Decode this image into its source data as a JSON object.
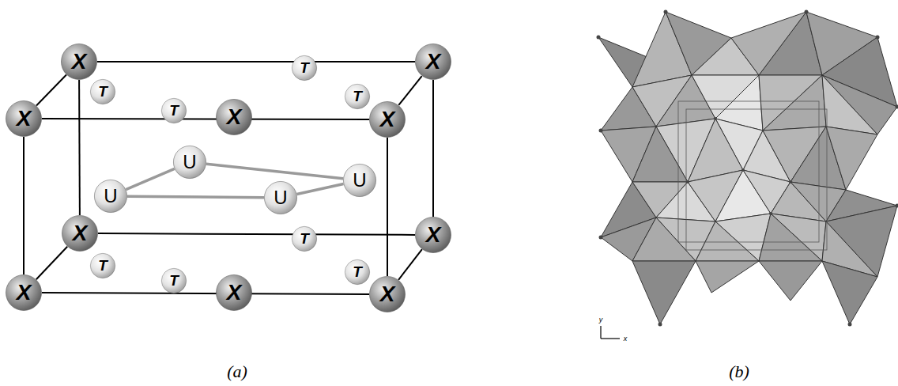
{
  "diagram": {
    "nodes": [
      {
        "text": [
          "X"
        ]
      },
      {
        "text": [
          "X"
        ]
      },
      {
        "text": [
          "T"
        ]
      },
      {
        "text": [
          "T"
        ]
      },
      {
        "text": [
          "T"
        ]
      },
      {
        "text": [
          "T"
        ]
      },
      {
        "text": [
          "X"
        ]
      },
      {
        "text": [
          "X"
        ]
      },
      {
        "text": [
          "X"
        ]
      },
      {
        "text": [
          "U"
        ]
      },
      {
        "text": [
          "U"
        ]
      },
      {
        "text": [
          "U"
        ]
      },
      {
        "text": [
          "U"
        ]
      },
      {
        "text": [
          "X"
        ]
      },
      {
        "text": [
          "X"
        ]
      },
      {
        "text": [
          "T"
        ]
      },
      {
        "text": [
          "T"
        ]
      },
      {
        "text": [
          "T"
        ]
      },
      {
        "text": [
          "T"
        ]
      },
      {
        "text": [
          "X"
        ]
      },
      {
        "text": [
          "X"
        ]
      },
      {
        "text": [
          "X"
        ]
      }
    ],
    "edges": [
      {
        "from": 0,
        "to": 1,
        "arrow": "none"
      },
      {
        "from": 7,
        "to": 8,
        "arrow": "none"
      },
      {
        "from": 0,
        "to": 7,
        "arrow": "none"
      },
      {
        "from": 1,
        "to": 8,
        "arrow": "none"
      },
      {
        "from": 13,
        "to": 14,
        "arrow": "none"
      },
      {
        "from": 20,
        "to": 21,
        "arrow": "none"
      },
      {
        "from": 13,
        "to": 20,
        "arrow": "none"
      },
      {
        "from": 14,
        "to": 21,
        "arrow": "none"
      },
      {
        "from": 0,
        "to": 13,
        "arrow": "none"
      },
      {
        "from": 1,
        "to": 14,
        "arrow": "none"
      },
      {
        "from": 7,
        "to": 20,
        "arrow": "none"
      },
      {
        "from": 8,
        "to": 21,
        "arrow": "none"
      },
      {
        "from": 11,
        "to": 9,
        "arrow": "none"
      },
      {
        "from": 9,
        "to": 10,
        "arrow": "none"
      },
      {
        "from": 10,
        "to": 12,
        "arrow": "none"
      },
      {
        "from": 11,
        "to": 12,
        "arrow": "none"
      }
    ],
    "labels": [
      "(a)",
      "(b)",
      "y",
      "x"
    ]
  }
}
